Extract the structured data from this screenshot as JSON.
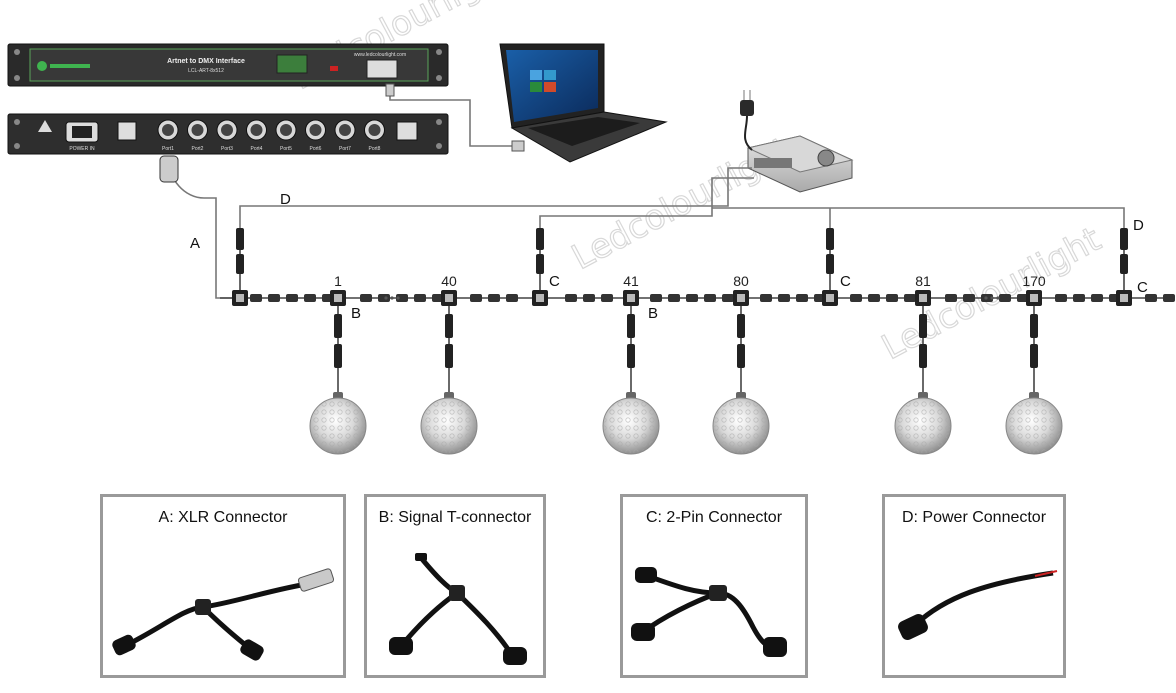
{
  "rack_top": {
    "title": "Artnet to DMX Interface",
    "model": "LCL-ART-8x512",
    "website": "www.ledcolourlight.com"
  },
  "rack_bottom": {
    "ports": [
      "Port1",
      "Port2",
      "Port3",
      "Port4",
      "Port5",
      "Port6",
      "Port7",
      "Port8"
    ],
    "power_label": "POWER IN"
  },
  "diagram_labels": {
    "a": "A",
    "d": "D",
    "b1": "B",
    "b2": "B",
    "c1": "C",
    "c2": "C",
    "c3": "C",
    "d2": "D"
  },
  "pixel_numbers": [
    "1",
    "40",
    "41",
    "80",
    "81",
    "170"
  ],
  "legend": [
    {
      "title": "A: XLR Connector"
    },
    {
      "title": "B: Signal T-connector"
    },
    {
      "title": "C: 2-Pin Connector"
    },
    {
      "title": "D: Power Connector"
    }
  ],
  "watermark": "Ledcolourlight",
  "colors": {
    "line": "#666666",
    "rack": "#2e2e2e",
    "frame": "#9a9a9a",
    "accent": "#3fb34f"
  }
}
